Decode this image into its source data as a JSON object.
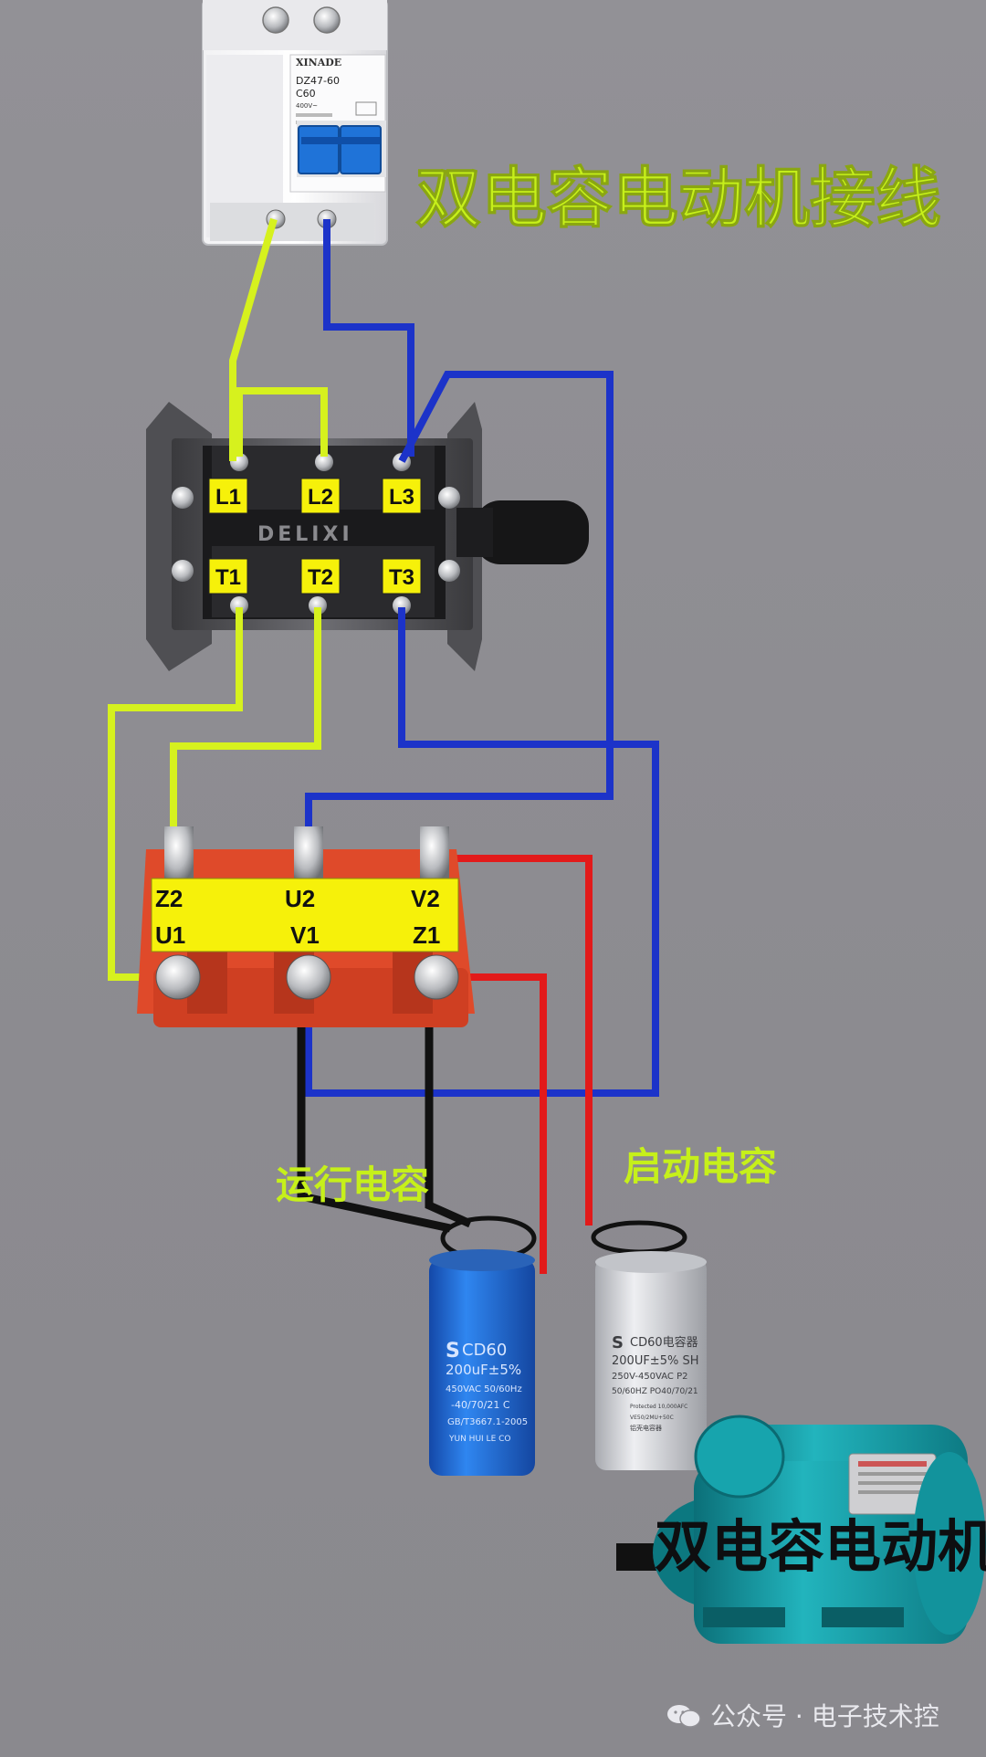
{
  "title": "双电容电动机接线",
  "breaker": {
    "brand": "XINADE",
    "model": "DZ47-60",
    "rating": "C60",
    "voltage": "400V~"
  },
  "switch": {
    "brand": "DELIXI",
    "top_labels": [
      "L1",
      "L2",
      "L3"
    ],
    "bottom_labels": [
      "T1",
      "T2",
      "T3"
    ]
  },
  "motor_terminal": {
    "top_labels": [
      "Z2",
      "U2",
      "V2"
    ],
    "bottom_labels": [
      "U1",
      "V1",
      "Z1"
    ]
  },
  "run_capacitor": {
    "caption": "运行电容",
    "lines": [
      "CD60",
      "200uF±5%",
      "450VAC 50/60Hz",
      "-40/70/21  C",
      "GB/T3667.1-2005",
      "YUN HUI LE CO"
    ]
  },
  "start_capacitor": {
    "caption": "启动电容",
    "lines": [
      "CD60电容器",
      "200UF±5% SH",
      "250V-450VAC  P2",
      "50/60HZ PO40/70/21",
      "Protected 10,000AFC",
      "VE50/2MU+50C",
      "铝壳电容器"
    ]
  },
  "motor_label": "双电容电动机",
  "watermark": "公众号 · 电子技术控",
  "colors": {
    "background": "#8f8e93",
    "title": "#c6f01a",
    "caption": "#c6f01a",
    "wire_yellow_green": "#d6f11e",
    "wire_blue": "#1c33c9",
    "wire_red": "#e21a1a",
    "wire_black": "#111111",
    "label_yellow": "#f6f10a",
    "terminal_red": "#e24d2c",
    "motor_teal": "#169aa4",
    "run_cap_blue": "#1d6fe0",
    "start_cap_silver": "#d6d8dc"
  }
}
